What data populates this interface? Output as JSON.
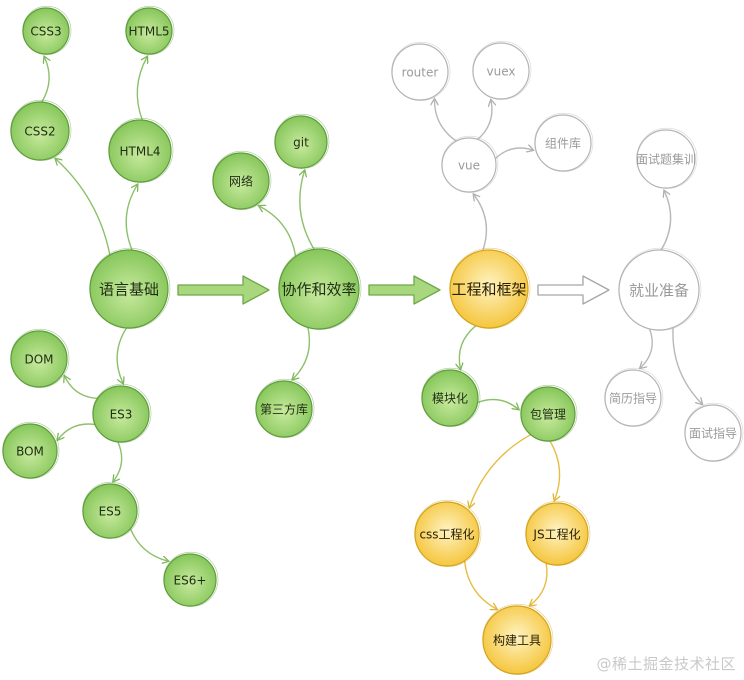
{
  "colors": {
    "green_fill_light": "#d6f0b8",
    "green_fill_dark": "#8fcc63",
    "green_stroke": "#5b9a3a",
    "green_edge": "#8fbf6e",
    "yellow_fill_light": "#fff0b0",
    "yellow_fill_dark": "#f6cc4a",
    "yellow_stroke": "#d9a620",
    "yellow_edge": "#e8c04a",
    "gray_stroke": "#a8a8a8",
    "gray_text": "#9a9a9a"
  },
  "nodes": {
    "css3": {
      "label": "CSS3",
      "style": "green"
    },
    "html5": {
      "label": "HTML5",
      "style": "green"
    },
    "css2": {
      "label": "CSS2",
      "style": "green"
    },
    "html4": {
      "label": "HTML4",
      "style": "green"
    },
    "yuyan": {
      "label": "语言基础",
      "style": "green"
    },
    "dom": {
      "label": "DOM",
      "style": "green"
    },
    "es3": {
      "label": "ES3",
      "style": "green"
    },
    "bom": {
      "label": "BOM",
      "style": "green"
    },
    "es5": {
      "label": "ES5",
      "style": "green"
    },
    "es6": {
      "label": "ES6+",
      "style": "green"
    },
    "git": {
      "label": "git",
      "style": "green"
    },
    "wangluo": {
      "label": "网络",
      "style": "green"
    },
    "xiezuo": {
      "label": "协作和效率",
      "style": "green"
    },
    "disanfang": {
      "label": "第三方库",
      "style": "green"
    },
    "router": {
      "label": "router",
      "style": "gray"
    },
    "vuex": {
      "label": "vuex",
      "style": "gray"
    },
    "vue": {
      "label": "vue",
      "style": "gray"
    },
    "zujianku": {
      "label": "组件库",
      "style": "gray"
    },
    "gongcheng": {
      "label": "工程和框架",
      "style": "yellow"
    },
    "mokuaihua": {
      "label": "模块化",
      "style": "green"
    },
    "baoguanli": {
      "label": "包管理",
      "style": "green"
    },
    "cssgc": {
      "label": "css工程化",
      "style": "yellow"
    },
    "jsgc": {
      "label": "JS工程化",
      "style": "yellow"
    },
    "goujian": {
      "label": "构建工具",
      "style": "yellow"
    },
    "mianshiti": {
      "label": "面试题集训",
      "style": "gray"
    },
    "jiuye": {
      "label": "就业准备",
      "style": "gray"
    },
    "jianli": {
      "label": "简历指导",
      "style": "gray"
    },
    "mianshi": {
      "label": "面试指导",
      "style": "gray"
    }
  },
  "edges": [
    {
      "from": "css2",
      "to": "css3",
      "style": "green"
    },
    {
      "from": "html4",
      "to": "html5",
      "style": "green"
    },
    {
      "from": "yuyan",
      "to": "css2",
      "style": "green"
    },
    {
      "from": "yuyan",
      "to": "html4",
      "style": "green"
    },
    {
      "from": "yuyan",
      "to": "es3",
      "style": "green"
    },
    {
      "from": "es3",
      "to": "dom",
      "style": "green"
    },
    {
      "from": "es3",
      "to": "bom",
      "style": "green"
    },
    {
      "from": "es3",
      "to": "es5",
      "style": "green"
    },
    {
      "from": "es5",
      "to": "es6",
      "style": "green"
    },
    {
      "from": "xiezuo",
      "to": "git",
      "style": "green"
    },
    {
      "from": "xiezuo",
      "to": "wangluo",
      "style": "green"
    },
    {
      "from": "xiezuo",
      "to": "disanfang",
      "style": "green"
    },
    {
      "from": "gongcheng",
      "to": "vue",
      "style": "gray"
    },
    {
      "from": "vue",
      "to": "router",
      "style": "gray"
    },
    {
      "from": "vue",
      "to": "vuex",
      "style": "gray"
    },
    {
      "from": "vue",
      "to": "zujianku",
      "style": "gray"
    },
    {
      "from": "gongcheng",
      "to": "mokuaihua",
      "style": "green"
    },
    {
      "from": "mokuaihua",
      "to": "baoguanli",
      "style": "green"
    },
    {
      "from": "baoguanli",
      "to": "cssgc",
      "style": "yellow"
    },
    {
      "from": "baoguanli",
      "to": "jsgc",
      "style": "yellow"
    },
    {
      "from": "cssgc",
      "to": "goujian",
      "style": "yellow"
    },
    {
      "from": "jsgc",
      "to": "goujian",
      "style": "yellow"
    },
    {
      "from": "jiuye",
      "to": "mianshiti",
      "style": "gray"
    },
    {
      "from": "jiuye",
      "to": "jianli",
      "style": "gray"
    },
    {
      "from": "jiuye",
      "to": "mianshi",
      "style": "gray"
    }
  ],
  "big_arrows": [
    {
      "from": "yuyan",
      "to": "xiezuo",
      "style": "green"
    },
    {
      "from": "xiezuo",
      "to": "gongcheng",
      "style": "green"
    },
    {
      "from": "gongcheng",
      "to": "jiuye",
      "style": "gray"
    }
  ],
  "watermark": "@稀土掘金技术社区"
}
